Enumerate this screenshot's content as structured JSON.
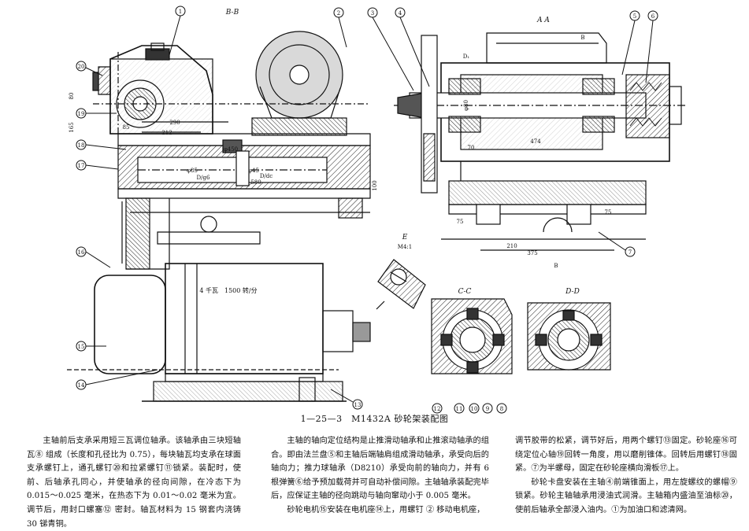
{
  "sections": {
    "bb": "B-B",
    "aa": "A A",
    "e": "E",
    "e_scale": "M4:1",
    "cc": "C-C",
    "dd": "D-D"
  },
  "callouts": {
    "c1": "1",
    "c2": "2",
    "c3": "3",
    "c4": "4",
    "c5": "5",
    "c6": "6",
    "c7": "7",
    "c8": "8",
    "c9": "9",
    "c10": "10",
    "c11": "11",
    "c12": "12",
    "c13": "13",
    "c14": "14",
    "c15": "15",
    "c16": "16",
    "c17": "17",
    "c18": "18",
    "c19": "19",
    "c20": "20"
  },
  "dimensions": {
    "d290": "290",
    "d212": "212",
    "d85": "85",
    "d165": "165",
    "d80": "80",
    "phi450": "φ450",
    "phi85": "φ85",
    "d_g6": "D/g6",
    "phi45": "φ45",
    "d_dc": "D/dc",
    "d580": "580",
    "d100": "100",
    "phi80": "φ80",
    "d70": "70",
    "d474": "474",
    "d75a": "75",
    "d75b": "75",
    "d210": "210",
    "d375": "375",
    "arrow_b1": "B",
    "arrow_b2": "B",
    "d1": "D₁"
  },
  "motor_label": "4 千瓦　1500 转/分",
  "caption": "1—25—3　M1432A 砂轮架装配图",
  "paragraphs": {
    "p1": "主轴前后支承采用短三瓦调位轴承。该轴承由三块短轴瓦⑧ 组成（长度和孔径比为 0.75），每块轴瓦均支承在球面支承螺钉上，通孔螺钉⑳和拉紧螺钉⑪锁紧。装配时，使前、后轴承孔同心，并使轴承的径向间隙，在冷态下为 0.015～0.025 毫米，在热态下为 0.01～0.02 毫米为宜。调节后，用封口螺塞⑫ 密封。轴瓦材料为 15 钢套内浇铸 30 锑青铜。",
    "p2": "主轴的轴向定位结构是止推滑动轴承和止推滚动轴承的组合。即由法兰盘⑤和主轴后端轴肩组成滑动轴承，承受向后的轴向力；推力球轴承（D8210）承受向前的轴向力，并有 6 根弹簧⑥给予预加载荷并可自动补偿间隙。主轴轴承装配完毕后，应保证主轴的径向跳动与轴向窜动小于 0.005 毫米。",
    "p3": "砂轮电机⑮安装在电机座⑭上，用螺钉 ② 移动电机座，",
    "p4": "调节胶带的松紧，调节好后，用两个螺钉⑬固定。砂轮座⑯可绕定位心轴⑲回转一角度，用以磨削锥体。回转后用螺钉⑱固紧。⑦为半螺母，固定在砂轮座横向滑板⑰上。",
    "p5": "砂轮卡盘安装在主轴④前端锥面上，用左旋螺纹的螺帽⑨锁紧。砂轮主轴轴承用浸油式润滑。主轴箱内盛油至油标⑳，使前后轴承全部浸入油内。①为加油口和滤清网。"
  }
}
